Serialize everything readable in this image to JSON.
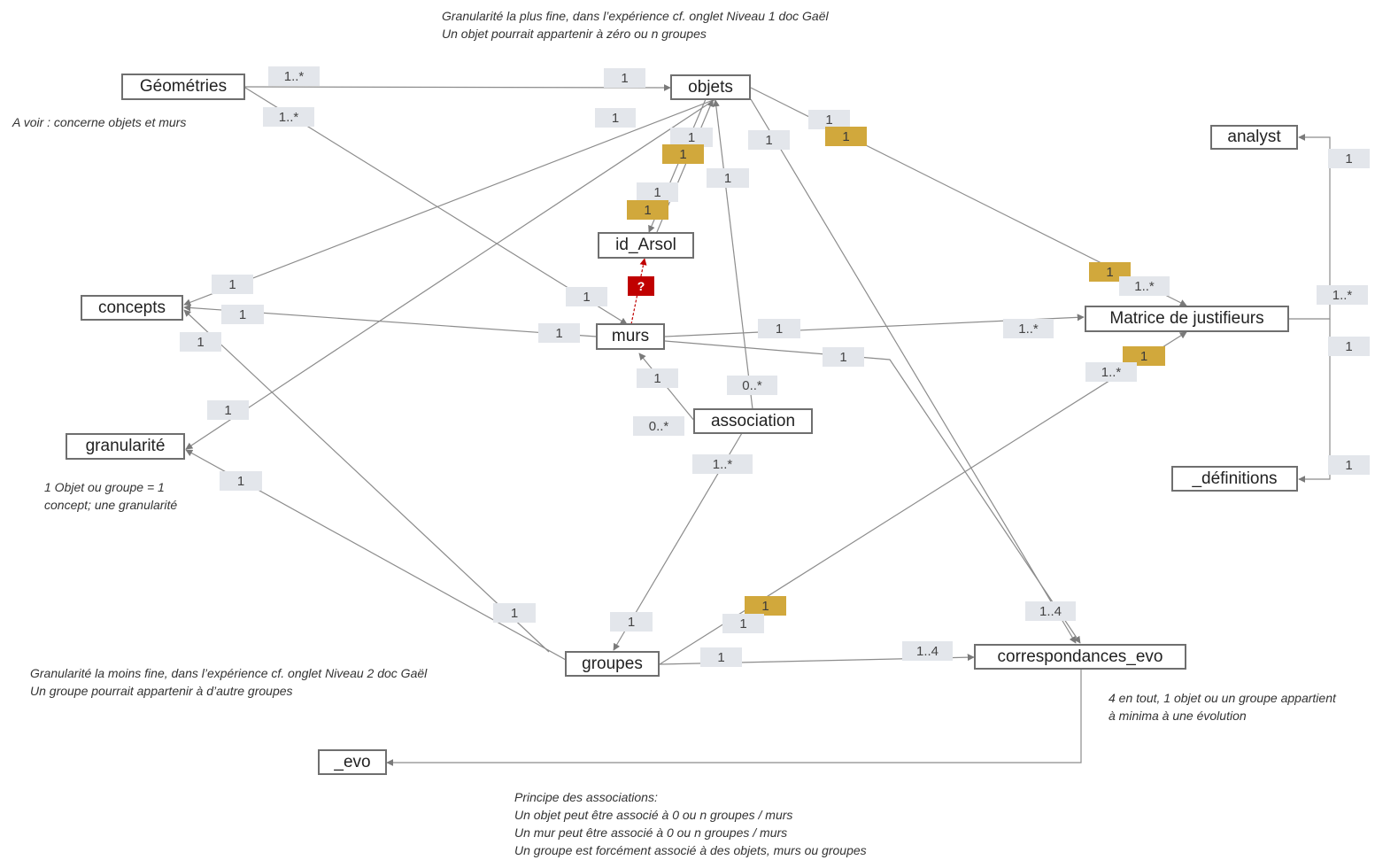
{
  "entities": {
    "geometries": "Géométries",
    "objets": "objets",
    "analyst": "analyst",
    "id_arsol": "id_Arsol",
    "concepts": "concepts",
    "murs": "murs",
    "matrice": "Matrice de justifieurs",
    "association": "association",
    "granularite": "granularité",
    "definitions": "_définitions",
    "groupes": "groupes",
    "correspondances": "correspondances_evo",
    "evo": "_evo"
  },
  "cards": {
    "geo_right": "1..*",
    "geo_objets": "1",
    "geo_down": "1..*",
    "objets_c1": "1",
    "objets_c2": "1",
    "objets_id1": "1",
    "objets_id2": "1",
    "objets_assoc": "1",
    "objets_id3": "1",
    "objets_id4": "1",
    "objets_mat1": "1",
    "objets_mat2": "1",
    "analyst_1": "1",
    "concepts_1": "1",
    "concepts_2": "1",
    "concepts_3": "1",
    "murs_geo": "1",
    "murs_concepts": "1",
    "murs_mat": "1",
    "murs_mat2": "1..*",
    "murs_corr": "1",
    "mat_1": "1",
    "mat_2": "1..*",
    "mat_right": "1..*",
    "mat_right2": "1",
    "mat_3": "1",
    "mat_4": "1..*",
    "assoc_murs": "1",
    "assoc_0a": "0..*",
    "assoc_0b": "0..*",
    "assoc_1n": "1..*",
    "gran_1": "1",
    "gran_2": "1",
    "def_1": "1",
    "groupes_1": "1",
    "groupes_2": "1",
    "groupes_3": "1",
    "groupes_4": "1",
    "groupes_5": "1",
    "corr_14a": "1..4",
    "corr_14b": "1..4"
  },
  "question": "?",
  "notes": {
    "top": [
      "Granularité la plus fine, dans l’expérience cf. onglet Niveau 1 doc Gaël",
      "Un objet pourrait appartenir à zéro ou n groupes"
    ],
    "voir": [
      "A voir : concerne objets et murs"
    ],
    "gran": [
      "1 Objet ou groupe = 1",
      "concept; une granularité"
    ],
    "groupes": [
      "Granularité la moins fine, dans l’expérience cf. onglet Niveau 2 doc Gaël",
      "Un groupe pourrait appartenir à d’autre groupes"
    ],
    "evo": [
      "4 en tout, 1 objet ou un groupe appartient",
      "à minima à une évolution"
    ],
    "assoc": [
      "Principe des associations:",
      "Un objet peut être associé à 0 ou n groupes / murs",
      "Un mur peut être associé à 0 ou n groupes / murs",
      "Un groupe est forcément associé à des objets, murs ou groupes"
    ]
  },
  "colors": {
    "line": "#8c8c8c",
    "card": "#e3e6eb",
    "card_highlight": "#d1a83c",
    "question_badge": "#c00000"
  }
}
